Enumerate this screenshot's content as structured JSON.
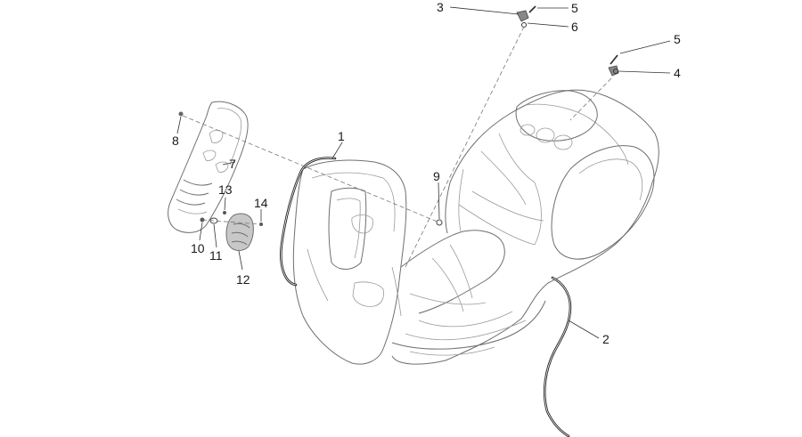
{
  "callouts": [
    {
      "id": "1",
      "label": "1"
    },
    {
      "id": "2",
      "label": "2"
    },
    {
      "id": "3",
      "label": "3"
    },
    {
      "id": "4",
      "label": "4"
    },
    {
      "id": "5a",
      "label": "5"
    },
    {
      "id": "5b",
      "label": "5"
    },
    {
      "id": "6",
      "label": "6"
    },
    {
      "id": "7",
      "label": "7"
    },
    {
      "id": "8",
      "label": "8"
    },
    {
      "id": "9",
      "label": "9"
    },
    {
      "id": "10",
      "label": "10"
    },
    {
      "id": "11",
      "label": "11"
    },
    {
      "id": "12",
      "label": "12"
    },
    {
      "id": "13",
      "label": "13"
    },
    {
      "id": "14",
      "label": "14"
    }
  ]
}
